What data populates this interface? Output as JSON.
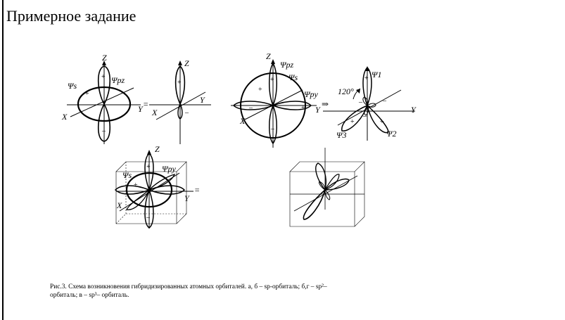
{
  "document": {
    "heading": "Примерное задание"
  },
  "figure": {
    "labels": {
      "Z": "Z",
      "Y": "Y",
      "X": "X",
      "psi_s": "Ψs",
      "psi_pz": "Ψpz",
      "psi_py": "Ψpy",
      "psi_1": "Ψ1",
      "psi_2": "Ψ2",
      "psi_3": "Ψ3",
      "angle": "120°",
      "equals": "=",
      "arrow": "⇒",
      "plus": "+",
      "minus": "–"
    },
    "caption_line1": "Рис.3. Схема возникновения гибридизированных атомных орбиталей. а, б – sp-орбиталь; б,г – sp²–",
    "caption_line2": "орбиталь; в – sp³– орбиталь."
  }
}
